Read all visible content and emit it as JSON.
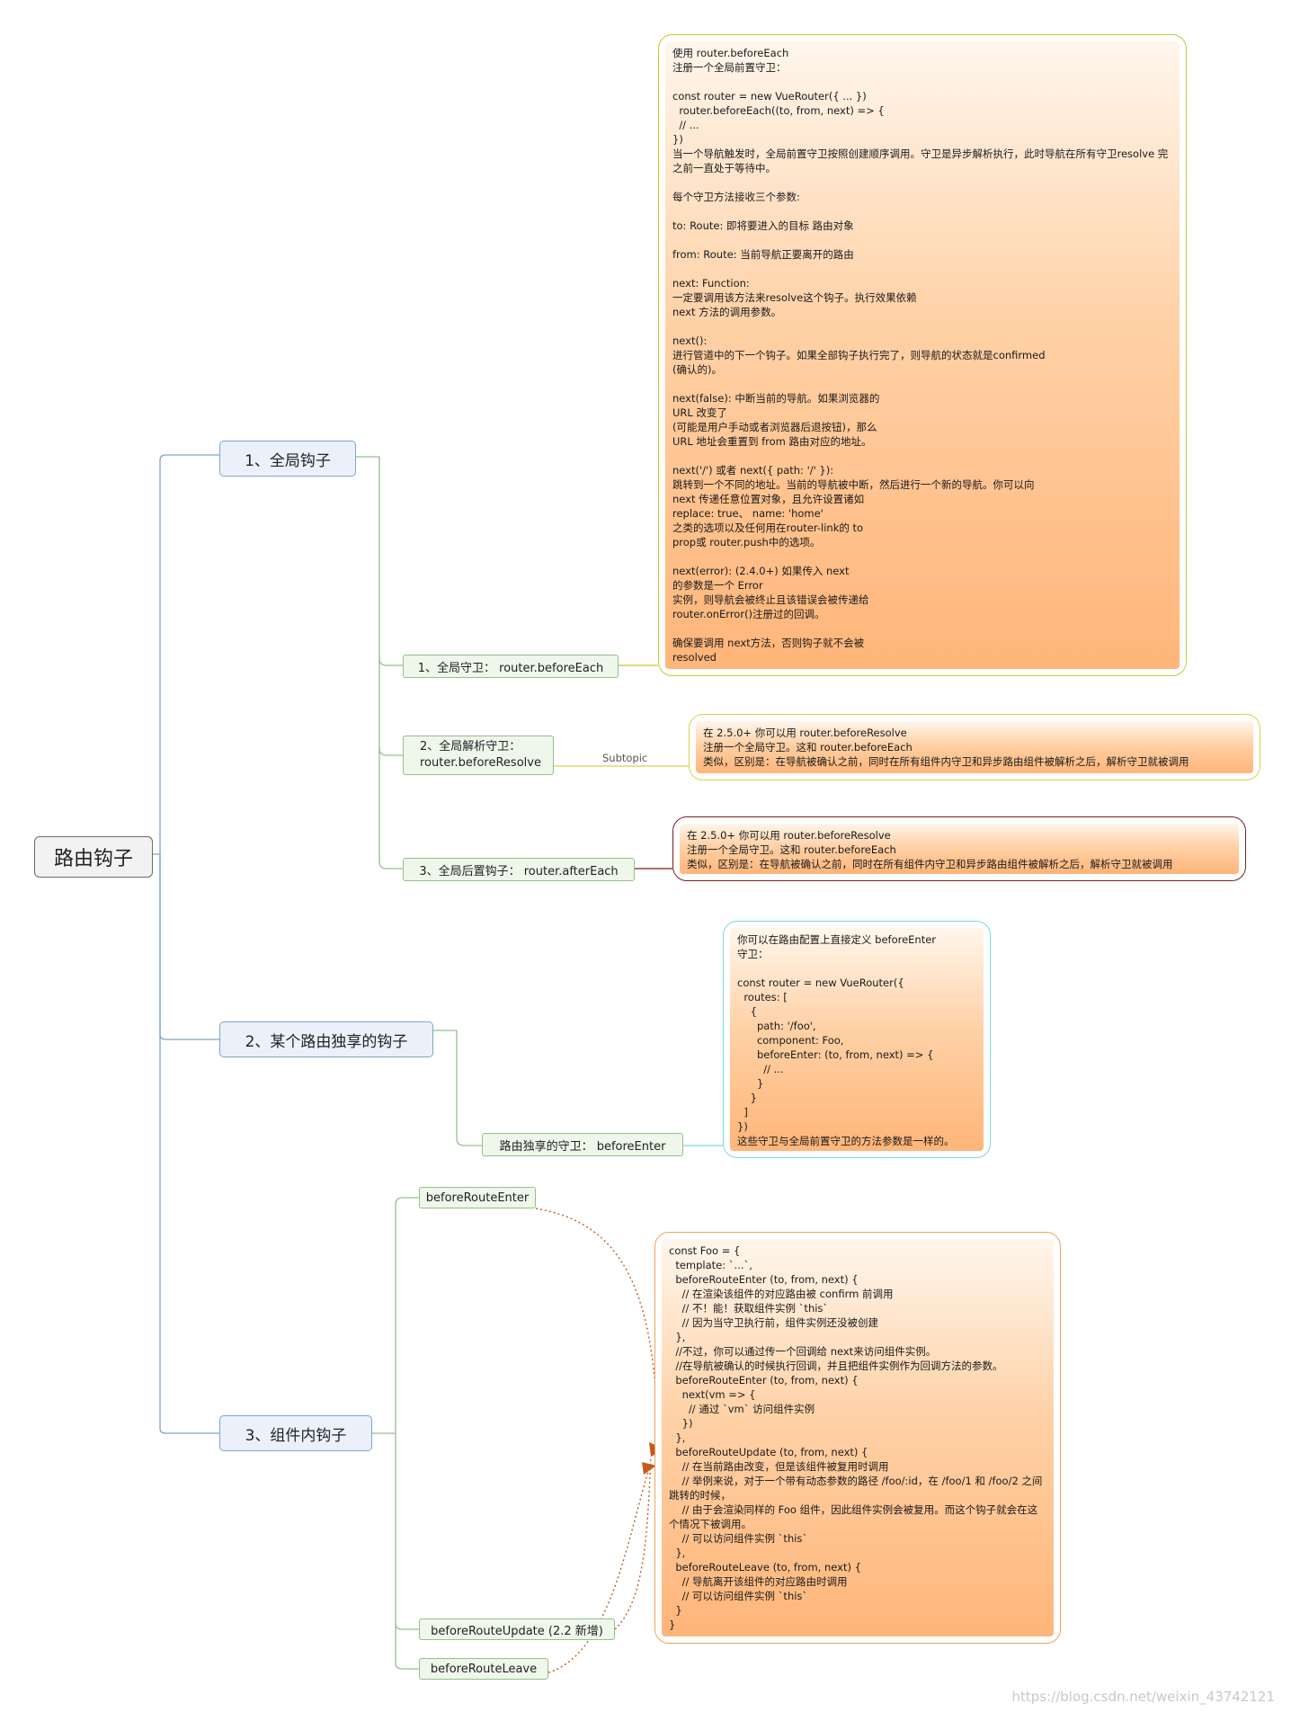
{
  "root": {
    "label": "路由钩子"
  },
  "branches": {
    "global": {
      "label": "1、全局钩子",
      "before_each": {
        "label": "1、全局守卫： router.beforeEach",
        "note": "使用 router.beforeEach\n注册一个全局前置守卫：\n\nconst router = new VueRouter({ ... })\n  router.beforeEach((to, from, next) => {\n  // ...\n})\n当一个导航触发时，全局前置守卫按照创建顺序调用。守卫是异步解析执行，此时导航在所有守卫resolve 完之前一直处于等待中。\n\n每个守卫方法接收三个参数:\n\nto: Route: 即将要进入的目标 路由对象\n\nfrom: Route: 当前导航正要离开的路由\n\nnext: Function:\n一定要调用该方法来resolve这个钩子。执行效果依赖\nnext 方法的调用参数。\n\nnext():\n进行管道中的下一个钩子。如果全部钩子执行完了，则导航的状态就是confirmed\n(确认的)。\n\nnext(false): 中断当前的导航。如果浏览器的\nURL 改变了\n(可能是用户手动或者浏览器后退按钮)，那么\nURL 地址会重置到 from 路由对应的地址。\n\nnext('/') 或者 next({ path: '/' }):\n跳转到一个不同的地址。当前的导航被中断，然后进行一个新的导航。你可以向\nnext 传递任意位置对象，且允许设置诸如\nreplace: true、 name: 'home'\n之类的选项以及任何用在router-link的 to\nprop或 router.push中的选项。\n\nnext(error): (2.4.0+) 如果传入 next\n的参数是一个 Error\n实例，则导航会被终止且该错误会被传递给\nrouter.onError()注册过的回调。\n\n确保要调用 next方法，否则钩子就不会被\nresolved"
      },
      "before_resolve": {
        "label_line1": "2、全局解析守卫：",
        "label_line2": "router.beforeResolve",
        "connector_label": "Subtopic",
        "note": "在 2.5.0+ 你可以用 router.beforeResolve\n注册一个全局守卫。这和 router.beforeEach\n类似，区别是：在导航被确认之前，同时在所有组件内守卫和异步路由组件被解析之后，解析守卫就被调用"
      },
      "after_each": {
        "label": "3、全局后置钩子： router.afterEach",
        "note": "在 2.5.0+ 你可以用 router.beforeResolve\n注册一个全局守卫。这和 router.beforeEach\n类似，区别是：在导航被确认之前，同时在所有组件内守卫和异步路由组件被解析之后，解析守卫就被调用"
      }
    },
    "route": {
      "label": "2、某个路由独享的钩子",
      "before_enter": {
        "label": "路由独享的守卫： beforeEnter",
        "note": "你可以在路由配置上直接定义 beforeEnter\n守卫：\n\nconst router = new VueRouter({\n  routes: [\n    {\n      path: '/foo',\n      component: Foo,\n      beforeEnter: (to, from, next) => {\n        // ...\n      }\n    }\n  ]\n})\n这些守卫与全局前置守卫的方法参数是一样的。"
      }
    },
    "component": {
      "label": "3、组件内钩子",
      "items": [
        {
          "label": "beforeRouteEnter"
        },
        {
          "label": "beforeRouteUpdate (2.2 新增)"
        },
        {
          "label": "beforeRouteLeave"
        }
      ],
      "note": "const Foo = {\n  template: `...`,\n  beforeRouteEnter (to, from, next) {\n    // 在渲染该组件的对应路由被 confirm 前调用\n    // 不！能！获取组件实例 `this`\n    // 因为当守卫执行前，组件实例还没被创建\n  },\n  //不过，你可以通过传一个回调给 next来访问组件实例。\n  //在导航被确认的时候执行回调，并且把组件实例作为回调方法的参数。\n  beforeRouteEnter (to, from, next) {\n    next(vm => {\n      // 通过 `vm` 访问组件实例\n    })\n  },\n  beforeRouteUpdate (to, from, next) {\n    // 在当前路由改变，但是该组件被复用时调用\n    // 举例来说，对于一个带有动态参数的路径 /foo/:id，在 /foo/1 和 /foo/2 之间跳转的时候，\n    // 由于会渲染同样的 Foo 组件，因此组件实例会被复用。而这个钩子就会在这个情况下被调用。\n    // 可以访问组件实例 `this`\n  },\n  beforeRouteLeave (to, from, next) {\n    // 导航离开该组件的对应路由时调用\n    // 可以访问组件实例 `this`\n  }\n}"
    }
  },
  "watermark": "https://blog.csdn.net/weixin_43742121",
  "colors": {
    "note_border_1": "#c8c832",
    "note_border_2": "#d9d24a",
    "note_border_3": "#7a1f1f",
    "note_border_4": "#7ad8e2",
    "note_border_5": "#f2a35a",
    "connector_main": "#7fa2cf",
    "connector_sub": "#93c08a",
    "relation": "#c65a1a"
  }
}
